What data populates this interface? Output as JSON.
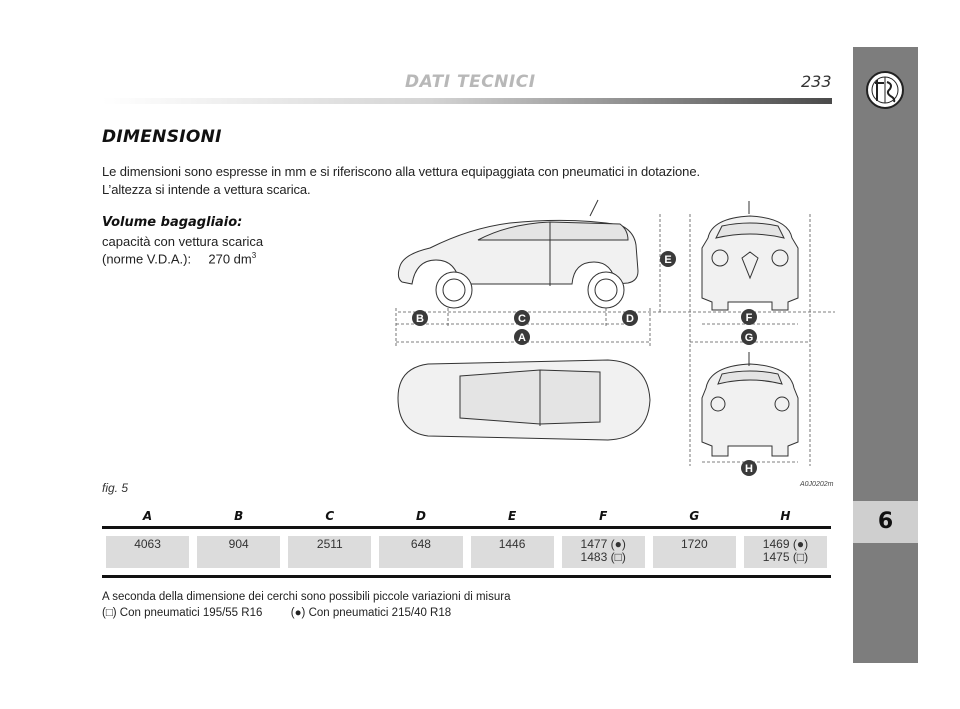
{
  "header": {
    "title": "DATI TECNICI",
    "page_number": "233"
  },
  "side_tab": {
    "chapter": "6"
  },
  "section": {
    "title": "DIMENSIONI"
  },
  "intro": {
    "line1": "Le dimensioni sono espresse in mm e si riferiscono alla vettura equipaggiata con pneumatici in dotazione.",
    "line2": "L’altezza si intende a vettura scarica."
  },
  "luggage": {
    "title": "Volume bagagliaio:",
    "line1": "capacità con vettura scarica",
    "line2_label": "(norme V.D.A.):",
    "line2_value": "270 dm",
    "line2_unit_exp": "3"
  },
  "figure": {
    "label": "fig. 5",
    "code": "A0J0202m",
    "callouts": {
      "A": "A",
      "B": "B",
      "C": "C",
      "D": "D",
      "E": "E",
      "F": "F",
      "G": "G",
      "H": "H"
    }
  },
  "table": {
    "headers": [
      "A",
      "B",
      "C",
      "D",
      "E",
      "F",
      "G",
      "H"
    ],
    "values": [
      [
        "4063"
      ],
      [
        "904"
      ],
      [
        "2511"
      ],
      [
        "648"
      ],
      [
        "1446"
      ],
      [
        "1477 (●)",
        "1483 (□)"
      ],
      [
        "1720"
      ],
      [
        "1469 (●)",
        "1475 (□)"
      ]
    ]
  },
  "notes": {
    "line1": "A seconda della dimensione dei cerchi sono possibili piccole variazioni di misura",
    "tyre_small": "(□) Con pneumatici 195/55 R16",
    "tyre_large": "(●) Con pneumatici 215/40 R18"
  },
  "colors": {
    "side_tab": "#7d7d7d",
    "tab_notch": "#cfcfcf",
    "callout_fill": "#3a3a3a",
    "value_cell": "#dcdcdc"
  }
}
